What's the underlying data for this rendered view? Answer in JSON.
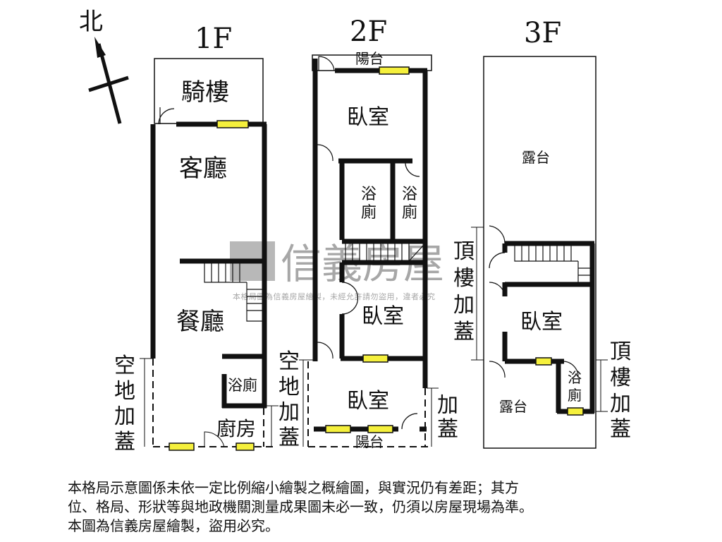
{
  "north_label": "北",
  "floors": {
    "f1": {
      "title": "1F",
      "rooms": {
        "arcade": "騎樓",
        "living": "客廳",
        "dining": "餐廳",
        "bath": "浴廁",
        "kitchen": "廚房"
      },
      "extension": [
        "空",
        "地",
        "加",
        "蓋"
      ]
    },
    "f2": {
      "title": "2F",
      "rooms": {
        "balcony_top": "陽台",
        "bed1": "臥室",
        "bath1": [
          "浴",
          "廁"
        ],
        "bath2": [
          "浴",
          "廁"
        ],
        "bed2": "臥室",
        "bed3": "臥室",
        "balcony_bottom": "陽台"
      },
      "extension_left": [
        "空",
        "地",
        "加",
        "蓋"
      ],
      "extension_right": [
        "加",
        "蓋"
      ]
    },
    "f3": {
      "title": "3F",
      "rooms": {
        "terrace_top": "露台",
        "bed": "臥室",
        "terrace_bottom": "露台",
        "bath": [
          "浴",
          "廁"
        ]
      },
      "rooftop_left": [
        "頂",
        "樓",
        "加",
        "蓋"
      ],
      "rooftop_right": [
        "頂",
        "樓",
        "加",
        "蓋"
      ]
    }
  },
  "watermark": {
    "brand": "信義房屋",
    "notice": "本格局圖為信義房屋繪製，未經允許請勿盜用，違者必究"
  },
  "disclaimer": [
    "本格局示意圖係未依一定比例縮小繪製之概繪圖，與實況仍有差距；其方",
    "位、格局、形狀等與地政機關測量成果圖未必一致，仍須以房屋現場為準。",
    "本圖為信義房屋繪製，盜用必究。"
  ],
  "colors": {
    "wall": "#111111",
    "window": "#f5f03c"
  }
}
